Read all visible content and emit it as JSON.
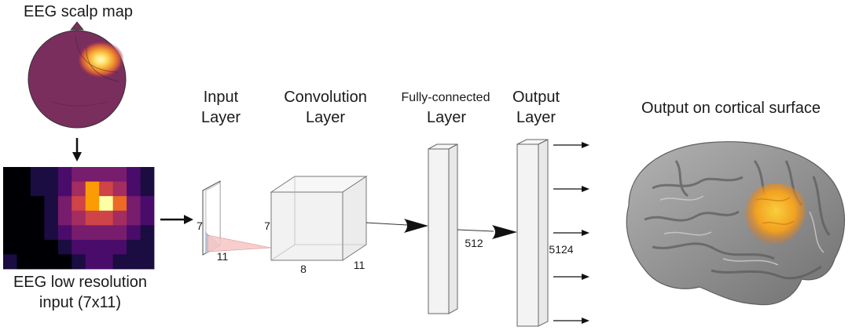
{
  "labels": {
    "scalp_title": "EEG scalp map",
    "input_caption_line1": "EEG low resolution",
    "input_caption_line2": "input (7x11)",
    "input_layer_line1": "Input",
    "input_layer_line2": "Layer",
    "conv_layer_line1": "Convolution",
    "conv_layer_line2": "Layer",
    "fc_layer_line1": "Fully-connected",
    "fc_layer_line2": "Layer",
    "output_layer_line1": "Output",
    "output_layer_line2": "Layer",
    "cortical_title": "Output on cortical surface"
  },
  "dims": {
    "input_height": "7",
    "input_width": "11",
    "conv_height": "7",
    "conv_depth": "8",
    "conv_width": "11",
    "fc_units": "512",
    "output_units": "5124"
  },
  "heatmap": {
    "rows": 7,
    "cols": 11,
    "colormap": [
      "#000004",
      "#1b0c41",
      "#4a0c6b",
      "#781c6d",
      "#a52c60",
      "#cf4446",
      "#ed6925",
      "#fb9b06",
      "#f7d13d",
      "#fcffa4"
    ],
    "values": [
      [
        0.05,
        0.05,
        0.1,
        0.1,
        0.2,
        0.3,
        0.3,
        0.35,
        0.3,
        0.2,
        0.15
      ],
      [
        0.05,
        0.05,
        0.1,
        0.15,
        0.25,
        0.4,
        0.75,
        0.55,
        0.4,
        0.25,
        0.15
      ],
      [
        0.0,
        0.0,
        0.05,
        0.15,
        0.35,
        0.6,
        0.8,
        0.98,
        0.7,
        0.3,
        0.2
      ],
      [
        0.0,
        0.0,
        0.05,
        0.1,
        0.3,
        0.45,
        0.55,
        0.6,
        0.45,
        0.3,
        0.2
      ],
      [
        0.0,
        0.0,
        0.05,
        0.1,
        0.2,
        0.3,
        0.35,
        0.35,
        0.3,
        0.2,
        0.15
      ],
      [
        0.05,
        0.05,
        0.05,
        0.05,
        0.1,
        0.2,
        0.25,
        0.25,
        0.2,
        0.15,
        0.15
      ],
      [
        0.1,
        0.05,
        0.05,
        0.0,
        0.05,
        0.15,
        0.2,
        0.2,
        0.15,
        0.15,
        0.15
      ]
    ]
  },
  "colors": {
    "scalp_head": "#7a2e5e",
    "scalp_hot": "#ffe066",
    "layer_fill": "#f2f2f2",
    "layer_stroke": "#555555",
    "arrow": "#111111",
    "brain_gray": "#8c8c8c",
    "brain_activation": "#f7a21b"
  }
}
